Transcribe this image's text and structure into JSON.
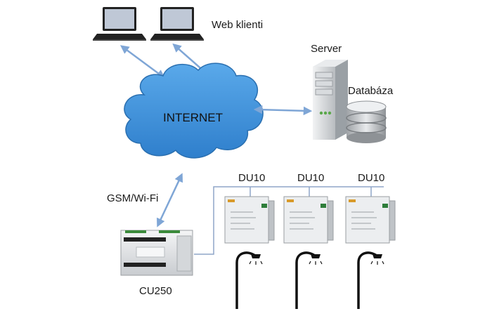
{
  "labels": {
    "web_clients": "Web klienti",
    "server": "Server",
    "database": "Databáza",
    "internet": "INTERNET",
    "gsm_wifi": "GSM/Wi-Fi",
    "controller": "CU250",
    "du_units": [
      "DU10",
      "DU10",
      "DU10"
    ]
  },
  "colors": {
    "cloud_fill": "#3a8fd8",
    "cloud_stroke": "#2a6fb0",
    "arrow": "#7fa6d6",
    "bus_line": "#8fa6c8",
    "laptop_body": "#222222",
    "laptop_screen": "#bfc8d6",
    "server_body": "#cfd3d6",
    "database_body": "#b9bcbf",
    "device_body": "#e4e6e8",
    "lamp_pole": "#111111"
  },
  "icons": [
    "laptop-icon",
    "laptop-icon",
    "server-icon",
    "database-icon",
    "cloud-icon",
    "controller-device-icon",
    "dimming-unit-icon",
    "street-lamp-icon"
  ]
}
